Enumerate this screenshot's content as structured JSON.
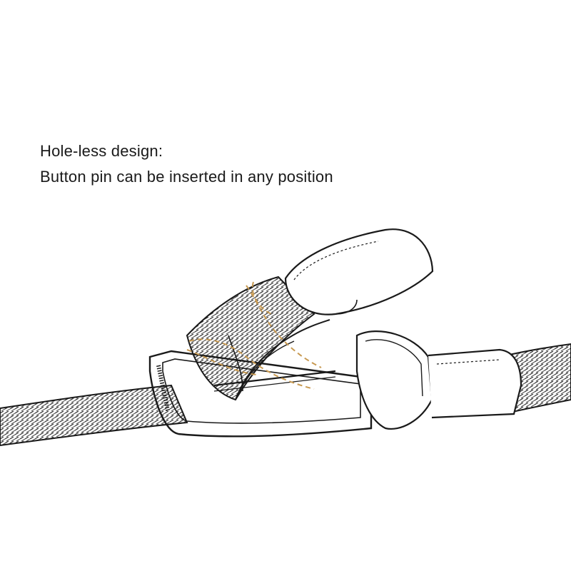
{
  "caption": {
    "line1": "Hole-less design:",
    "line2": "Button pin can be inserted in any position"
  },
  "illustration": {
    "subject": "braided belt with buckle line drawing",
    "line_color": "#1a1a1a",
    "accent_color": "#c89a52"
  }
}
